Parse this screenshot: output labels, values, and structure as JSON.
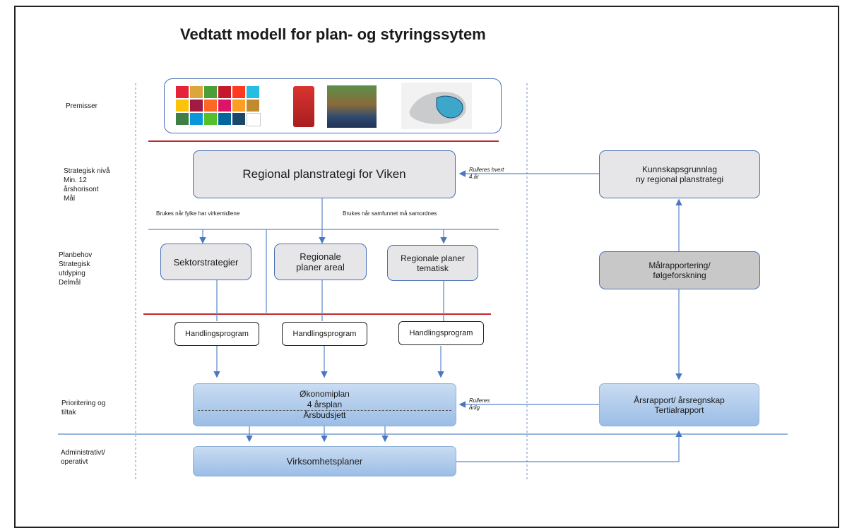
{
  "title": "Vedtatt modell for plan- og styringssytem",
  "row_labels": {
    "premisser": "Premisser",
    "strategisk": [
      "Strategisk nivå",
      "Min. 12",
      "årshorisont",
      "Mål"
    ],
    "planbehov": [
      "Planbehov",
      "Strategisk",
      "utdyping",
      "Delmål"
    ],
    "prioritering": [
      "Prioritering og",
      "tiltak"
    ],
    "administrativt": [
      "Administrativt/",
      "operativt"
    ]
  },
  "boxes": {
    "regional_planstrategi": "Regional planstrategi for Viken",
    "kunnskapsgrunnlag": [
      "Kunnskapsgrunnlag",
      "ny regional planstrategi"
    ],
    "sektorstrategier": "Sektorstrategier",
    "regionale_planer_areal": [
      "Regionale",
      "planer areal"
    ],
    "regionale_planer_tematisk": [
      "Regionale planer",
      "tematisk"
    ],
    "malrapportering": [
      "Målrapportering/",
      "følgeforskning"
    ],
    "handlingsprogram": "Handlingsprogram",
    "okonomiplan": [
      "Økonomiplan",
      "4 årsplan",
      "Årsbudsjett"
    ],
    "arsrapport": [
      "Årsrapport/ årsregnskap",
      "Tertialrapport"
    ],
    "virksomhetsplaner": "Virksomhetsplaner"
  },
  "notes": {
    "brukes_fylke": "Brukes når fylke har virkemidlene",
    "brukes_samfunnet": "Brukes når samfunnet må samordnes",
    "rulleres_hvert": [
      "Rulleres hvert",
      "4.år"
    ],
    "rulleres_arlig": [
      "Rulleres",
      "årlig"
    ]
  },
  "colors": {
    "border_blue": "#4a6fb5",
    "line_blue": "#5b86c9",
    "divider_red": "#c0282c",
    "sdg": [
      "#e5243b",
      "#dda63a",
      "#4c9f38",
      "#c5192d",
      "#ff3a21",
      "#26bde2",
      "#fcc30b",
      "#a21942",
      "#fd6925",
      "#dd1367",
      "#fd9d24",
      "#bf8b2e",
      "#3f7e44",
      "#0a97d9",
      "#56c02b",
      "#00689d",
      "#19486a",
      "#ffffff"
    ]
  }
}
